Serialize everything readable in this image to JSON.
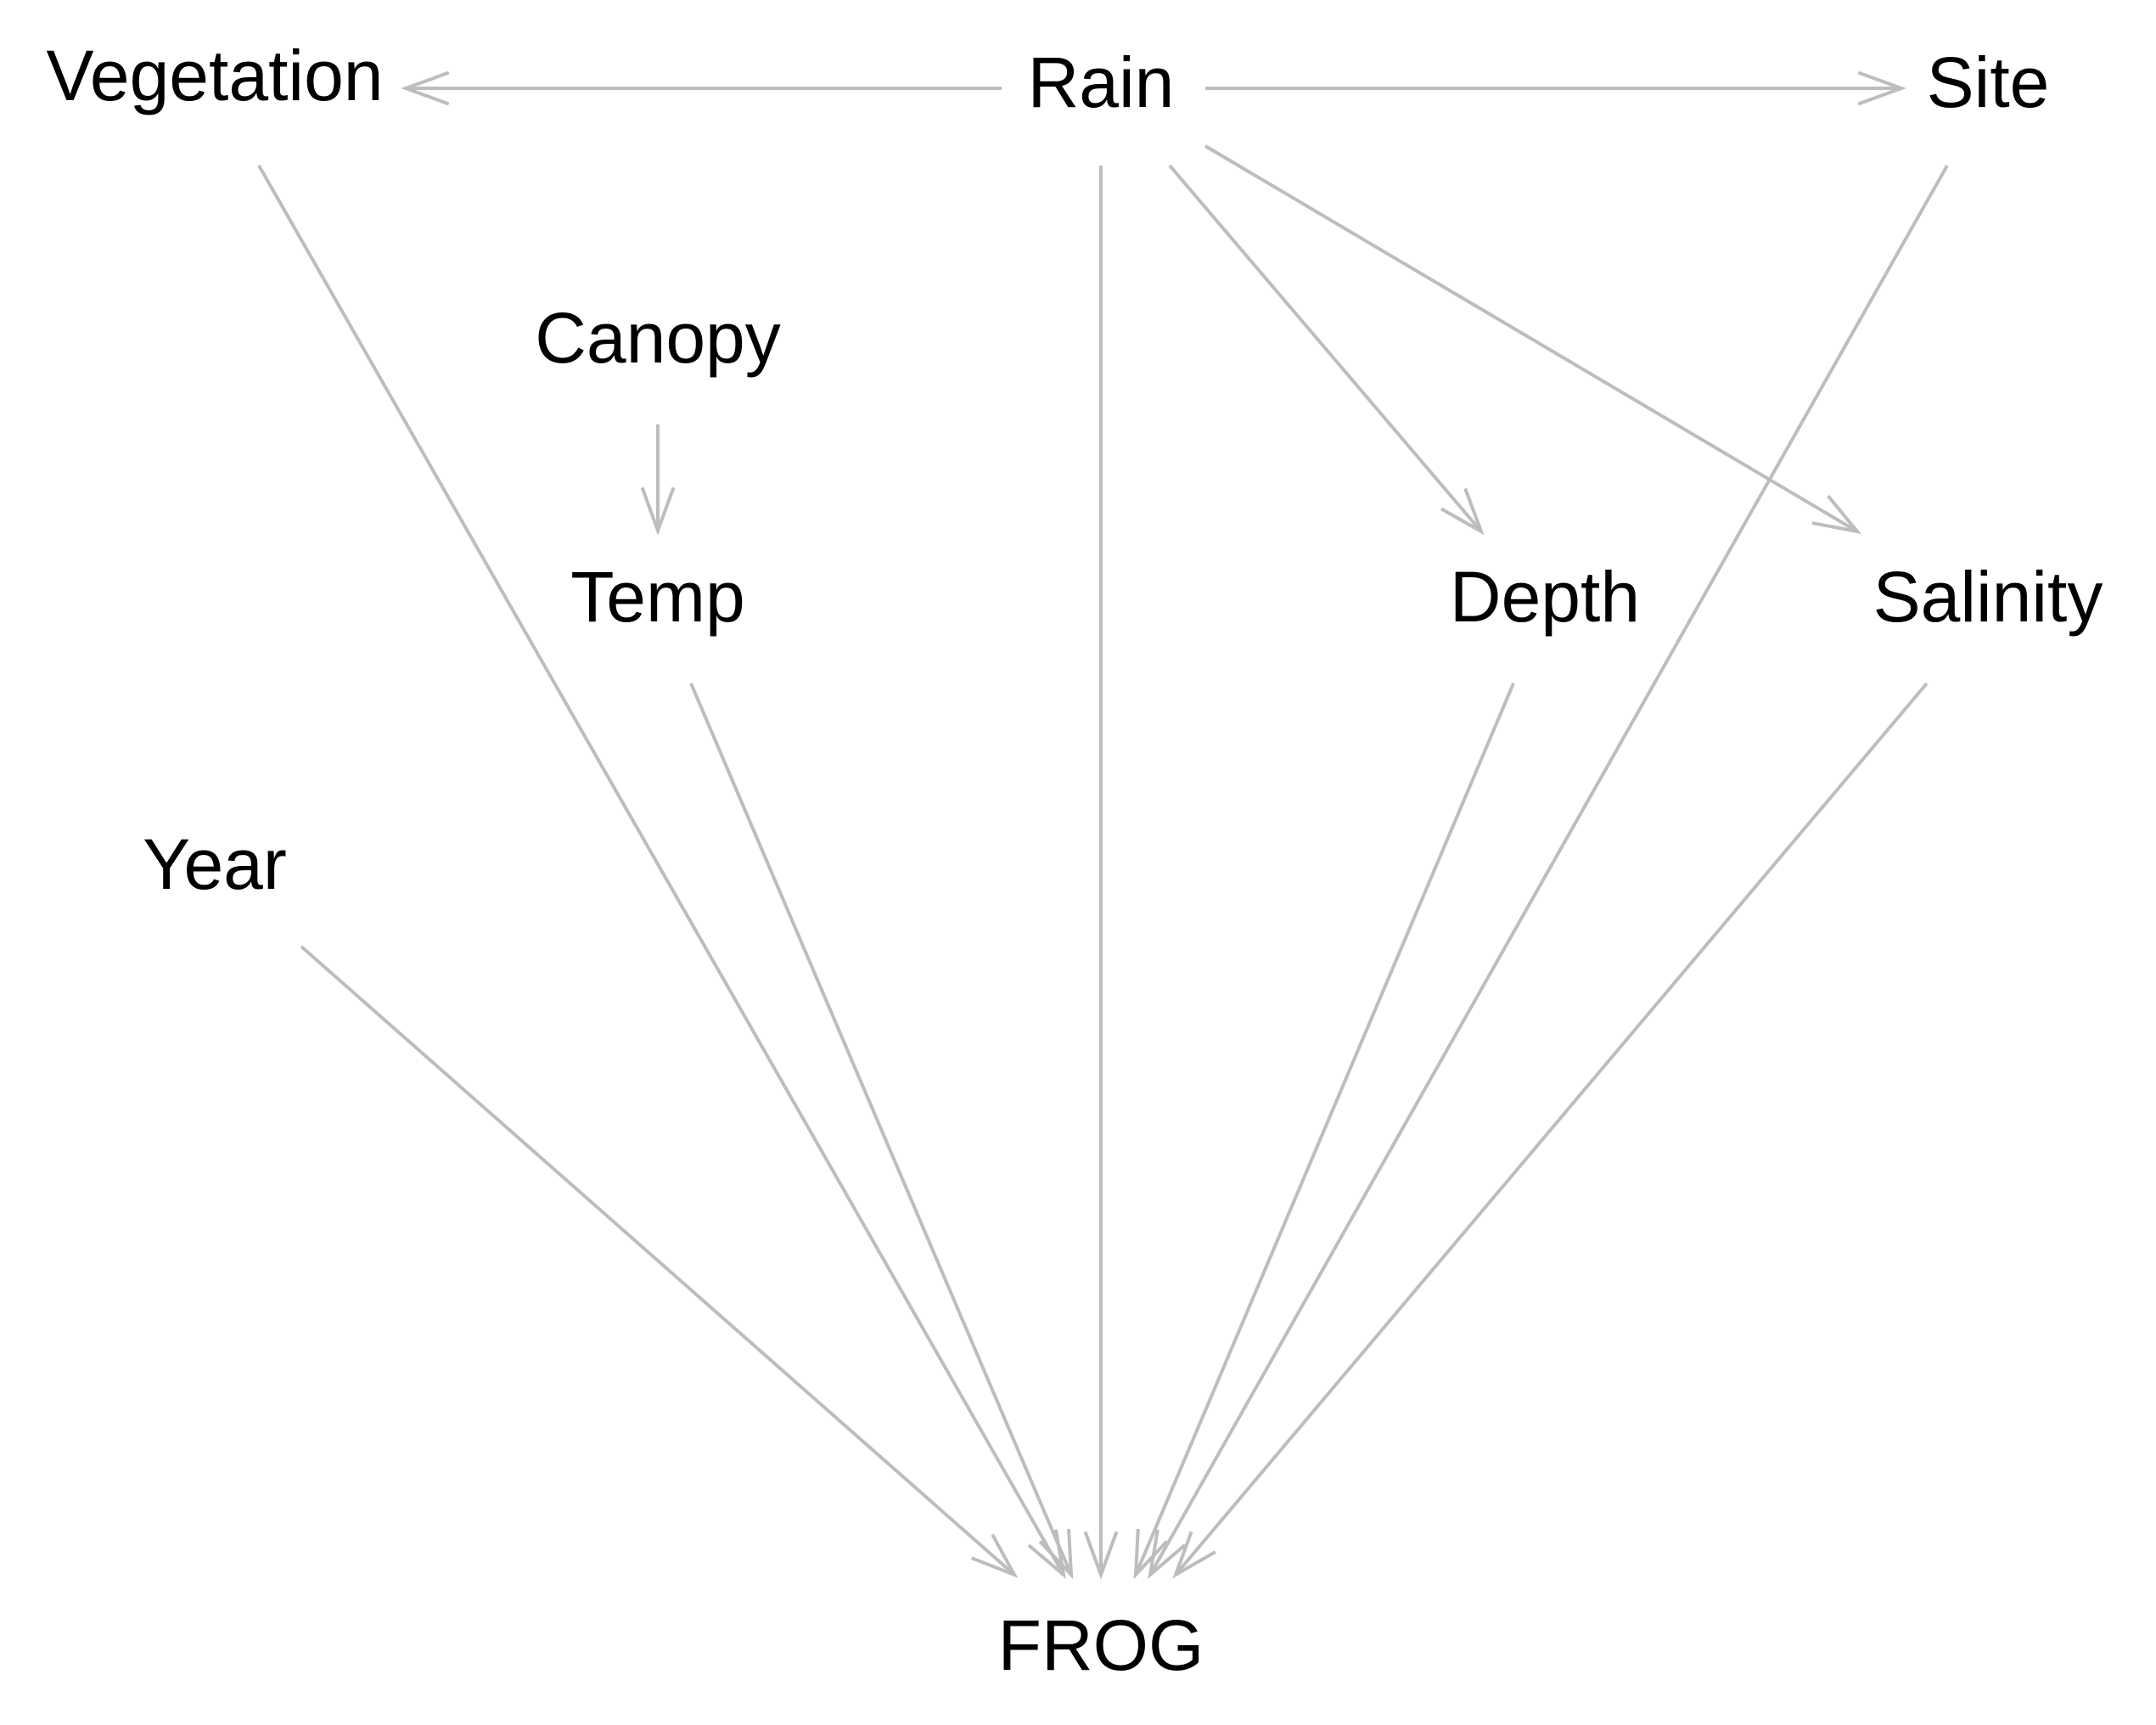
{
  "colors": {
    "edge": "#bdbdbd",
    "text": "#000000",
    "background": "#ffffff"
  },
  "nodes": {
    "vegetation": "Vegetation",
    "rain": "Rain",
    "site": "Site",
    "canopy": "Canopy",
    "temp": "Temp",
    "depth": "Depth",
    "salinity": "Salinity",
    "year": "Year",
    "frog": "FROG"
  },
  "edges": [
    {
      "from": "Rain",
      "to": "Vegetation"
    },
    {
      "from": "Rain",
      "to": "Site"
    },
    {
      "from": "Rain",
      "to": "Depth"
    },
    {
      "from": "Rain",
      "to": "Salinity"
    },
    {
      "from": "Rain",
      "to": "FROG"
    },
    {
      "from": "Canopy",
      "to": "Temp"
    },
    {
      "from": "Vegetation",
      "to": "FROG"
    },
    {
      "from": "Temp",
      "to": "FROG"
    },
    {
      "from": "Year",
      "to": "FROG"
    },
    {
      "from": "Depth",
      "to": "FROG"
    },
    {
      "from": "Site",
      "to": "FROG"
    },
    {
      "from": "Salinity",
      "to": "FROG"
    }
  ]
}
